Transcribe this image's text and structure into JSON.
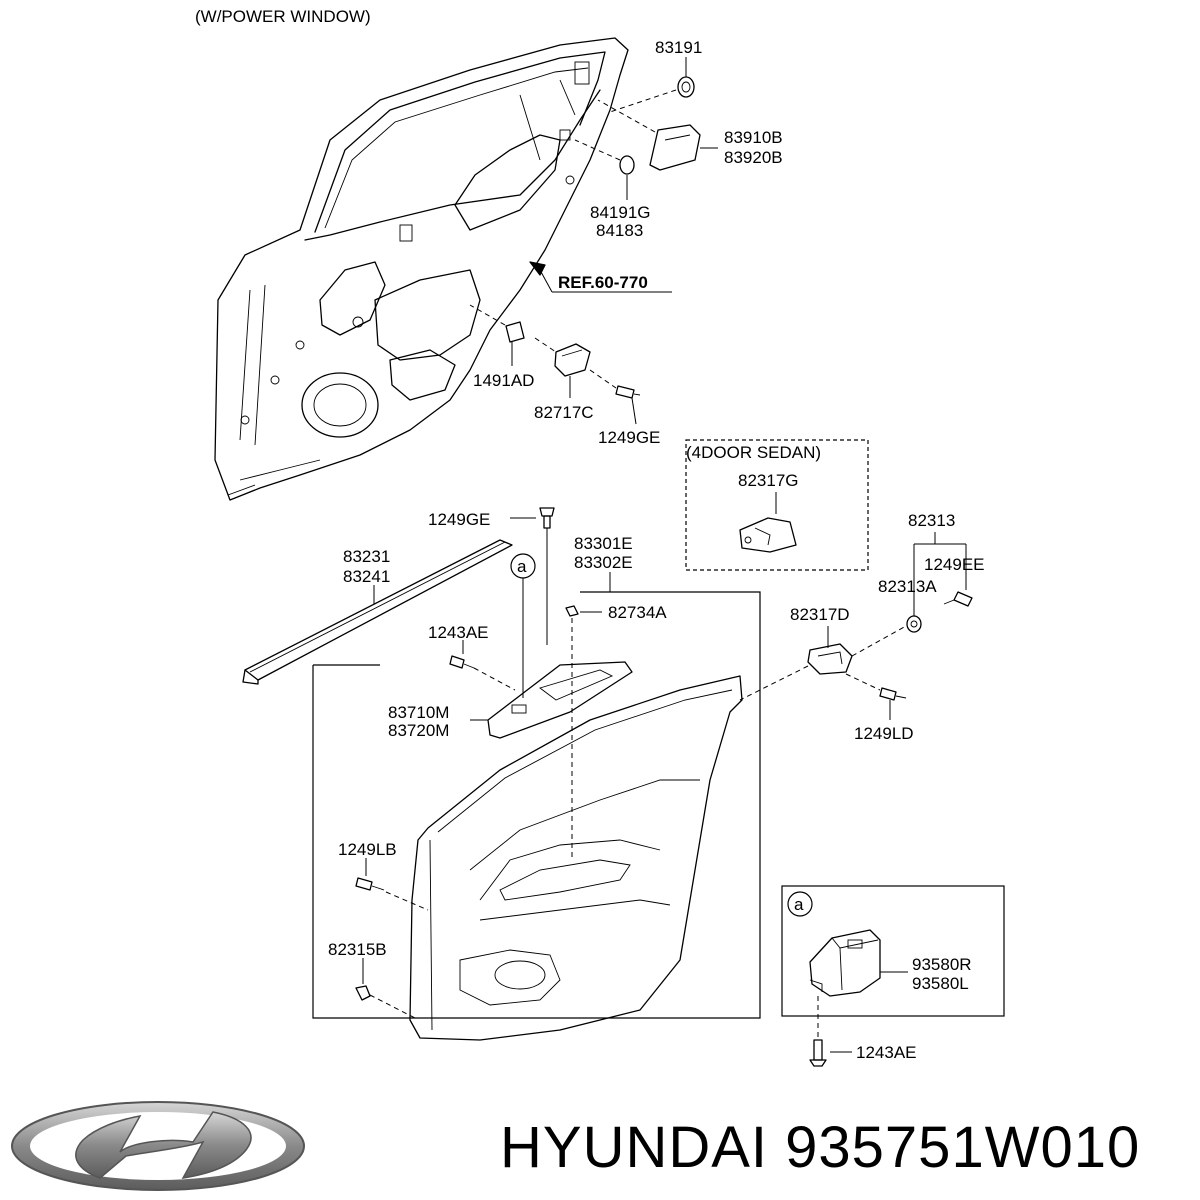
{
  "diagram": {
    "header_note": "(W/POWER WINDOW)",
    "sedan_box_title": "(4DOOR SEDAN)",
    "ref_label": "REF.60-770",
    "callout_marker": "a",
    "labels": {
      "p83191": "83191",
      "p83910B": "83910B",
      "p83920B": "83920B",
      "p84191G": "84191G",
      "p84183": "84183",
      "p1491AD": "1491AD",
      "p82717C": "82717C",
      "p1249GE_top": "1249GE",
      "p82317G": "82317G",
      "p1249GE_mid": "1249GE",
      "p83231": "83231",
      "p83241": "83241",
      "p83301E": "83301E",
      "p83302E": "83302E",
      "p82734A": "82734A",
      "p1243AE_left": "1243AE",
      "p83710M": "83710M",
      "p83720M": "83720M",
      "p82313": "82313",
      "p1249EE": "1249EE",
      "p82313A": "82313A",
      "p82317D": "82317D",
      "p1249LD": "1249LD",
      "p1249LB": "1249LB",
      "p82315B": "82315B",
      "p93580R": "93580R",
      "p93580L": "93580L",
      "p1243AE_detail": "1243AE"
    }
  },
  "footer": {
    "brand": "HYUNDAI",
    "part_number": "935751W010"
  },
  "logo": {
    "name": "hyundai-logo",
    "color": "#8a8a8a"
  }
}
